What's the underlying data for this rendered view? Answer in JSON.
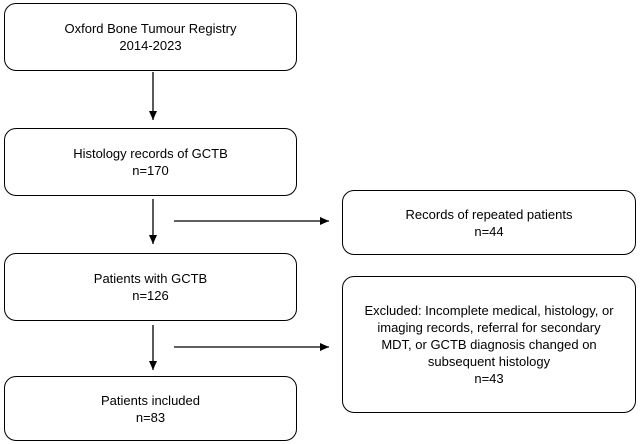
{
  "boxes": {
    "registry": {
      "line1": "Oxford Bone Tumour Registry",
      "line2": "2014-2023"
    },
    "histology": {
      "line1": "Histology records of GCTB",
      "line2": "n=170"
    },
    "repeated": {
      "line1": "Records of repeated patients",
      "line2": "n=44"
    },
    "patients": {
      "line1": "Patients with GCTB",
      "line2": "n=126"
    },
    "excluded": {
      "lines": [
        "Excluded: Incomplete medical, histology, or",
        "imaging records, referral for secondary",
        "MDT, or GCTB diagnosis changed on",
        "subsequent histology"
      ],
      "count": "n=43"
    },
    "included": {
      "line1": "Patients included",
      "line2": "n=83"
    }
  }
}
